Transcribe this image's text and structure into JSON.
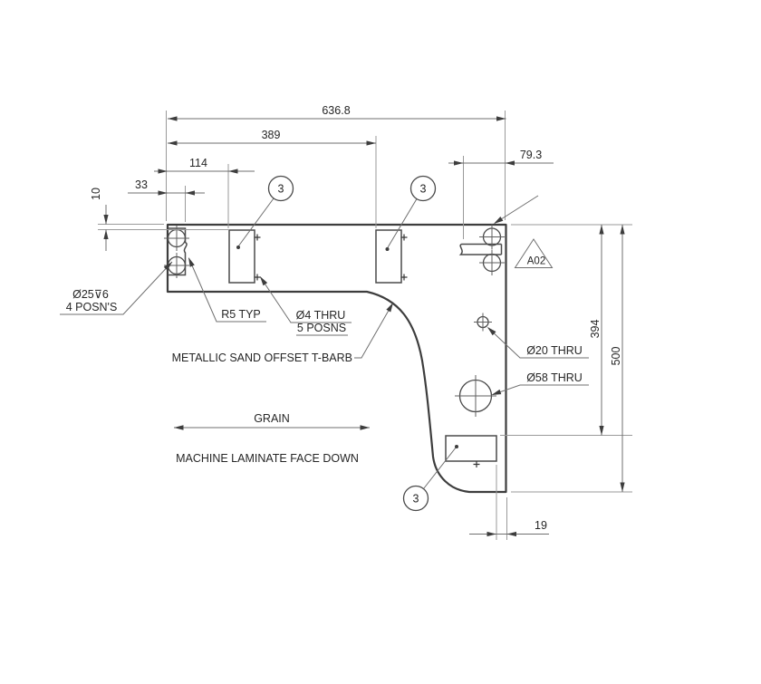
{
  "drawing": {
    "dimensions": {
      "overall_width": "636.8",
      "width_to_slot2": "389",
      "width_to_slot1": "114",
      "edge_to_holes": "33",
      "top_to_slots": "10",
      "right_notch_width": "79.3",
      "height_to_cutout": "394",
      "overall_height": "500",
      "bottom_offset": "19"
    },
    "balloons": {
      "balloon1": "3",
      "balloon2": "3",
      "balloon3": "3"
    },
    "datum_flag": "A02",
    "notes": {
      "cbore_line1": "Ø25⊽6",
      "cbore_line2": "4 POSN'S",
      "radius_note": "R5 TYP",
      "thru4_line1": "Ø4 THRU",
      "thru4_line2": "5 POSNS",
      "tbarb_note": "METALLIC SAND OFFSET T-BARB",
      "hole20_note": "Ø20 THRU",
      "hole58_note": "Ø58 THRU",
      "grain_label": "GRAIN",
      "laminate_note": "MACHINE LAMINATE FACE DOWN"
    }
  }
}
